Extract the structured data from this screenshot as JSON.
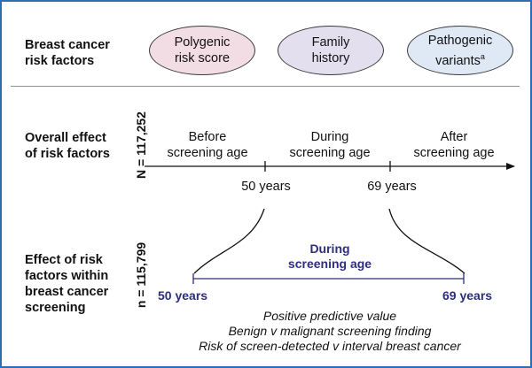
{
  "rows": {
    "risk_factors": "Breast cancer\nrisk factors",
    "overall_effect": "Overall effect\nof risk factors",
    "screening_effect": "Effect of risk\nfactors within\nbreast cancer\nscreening"
  },
  "ovals": [
    {
      "label": "Polygenic\nrisk score",
      "color": "#f3dde4"
    },
    {
      "label": "Family\nhistory",
      "color": "#e3dfef"
    },
    {
      "label": "Pathogenic\nvariants",
      "sup": "a",
      "color": "#dfe9f5"
    }
  ],
  "sample_sizes": {
    "overall": "N = 117,252",
    "screening": "n = 115,799"
  },
  "timeline": {
    "before": "Before\nscreening age",
    "during": "During\nscreening age",
    "after": "After\nscreening age",
    "tick1": "50 years",
    "tick2": "69 years"
  },
  "screening": {
    "title": "During\nscreening age",
    "start": "50 years",
    "end": "69 years",
    "outcomes": [
      "Positive predictive value",
      "Benign v malignant screening finding",
      "Risk of screen-detected v interval breast cancer"
    ]
  },
  "colors": {
    "frame": "#2f6db3",
    "navy": "#2d2e7c",
    "divider": "#6b9bd1"
  }
}
